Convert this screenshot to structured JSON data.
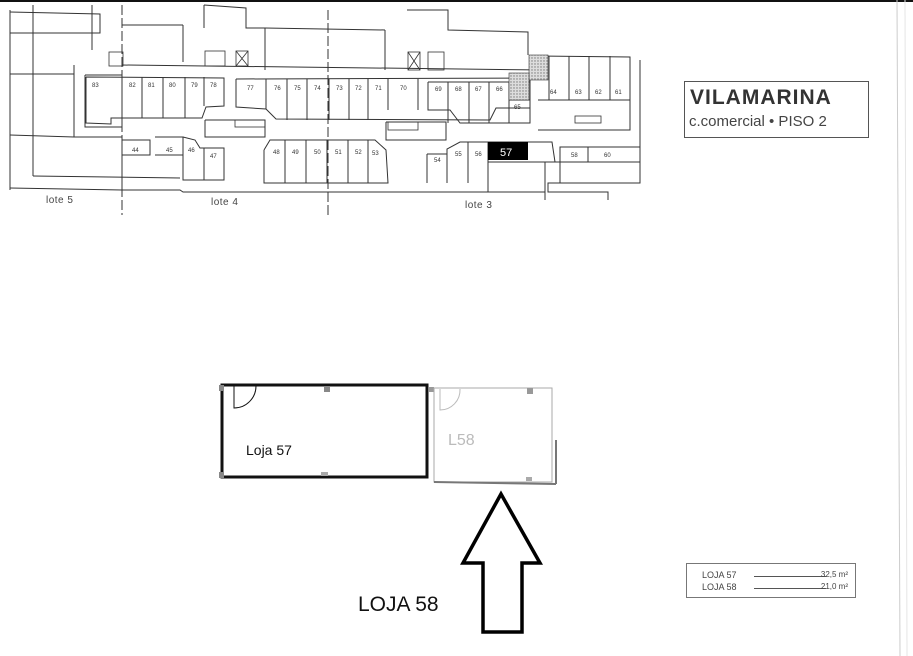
{
  "header": {
    "brand": "VILAMARINA",
    "subtitle": "c.comercial  •  PISO 2"
  },
  "floor_plan": {
    "lotes": [
      {
        "label": "lote 5"
      },
      {
        "label": "lote 4"
      },
      {
        "label": "lote 3"
      }
    ],
    "highlighted_unit": "57",
    "units_top_row": [
      "83",
      "82",
      "81",
      "80",
      "79",
      "78",
      "77",
      "76",
      "75",
      "74",
      "73",
      "72",
      "71",
      "70",
      "69",
      "68",
      "67",
      "66",
      "65",
      "64",
      "63",
      "62",
      "61"
    ],
    "units_bottom_row": [
      "44",
      "45",
      "46",
      "47",
      "48",
      "49",
      "50",
      "51",
      "52",
      "53",
      "54",
      "55",
      "56",
      "57",
      "58",
      "60"
    ]
  },
  "detail": {
    "loja57_label": "Loja 57",
    "l58_label": "L58",
    "caption": "LOJA 58"
  },
  "legend": {
    "rows": [
      {
        "name": "LOJA  57",
        "value": "32,5 m²"
      },
      {
        "name": "LOJA  58",
        "value": "21,0 m²"
      }
    ]
  },
  "colors": {
    "highlight": "#000000",
    "line": "#333333",
    "hatch": "#999999"
  }
}
